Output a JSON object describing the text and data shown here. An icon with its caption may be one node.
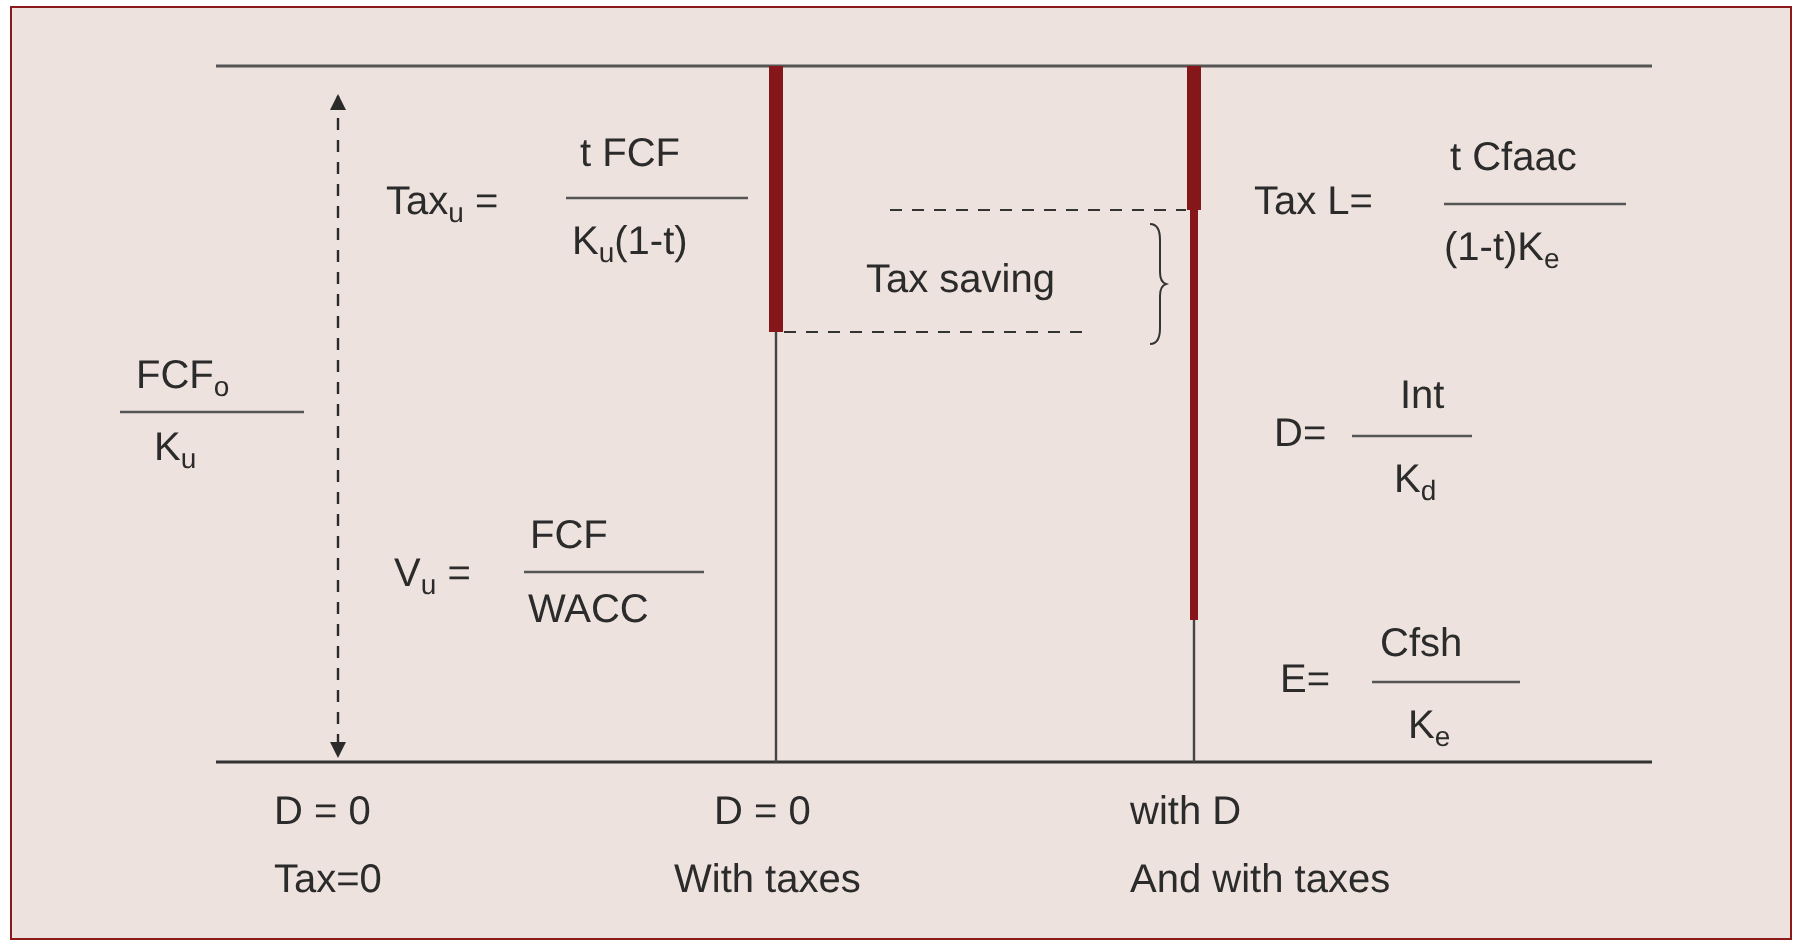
{
  "diagram": {
    "labels": [
      "Tax$_{u}$ =",
      "t FCF",
      "K$_{u}$(1-t)",
      "Tax L=",
      "t Cfaac",
      "(1-t)K$_{e}$",
      "Tax saving",
      "FCF$_{o}$",
      "K$_{u}$",
      "D=",
      "Int",
      "K$_{d}$",
      "V$_{u}$ =",
      "FCF",
      "WACC",
      "E=",
      "Cfsh",
      "K$_{e}$",
      "D = 0",
      "Tax=0",
      "D = 0",
      "With taxes",
      "with D",
      "And with taxes"
    ]
  }
}
